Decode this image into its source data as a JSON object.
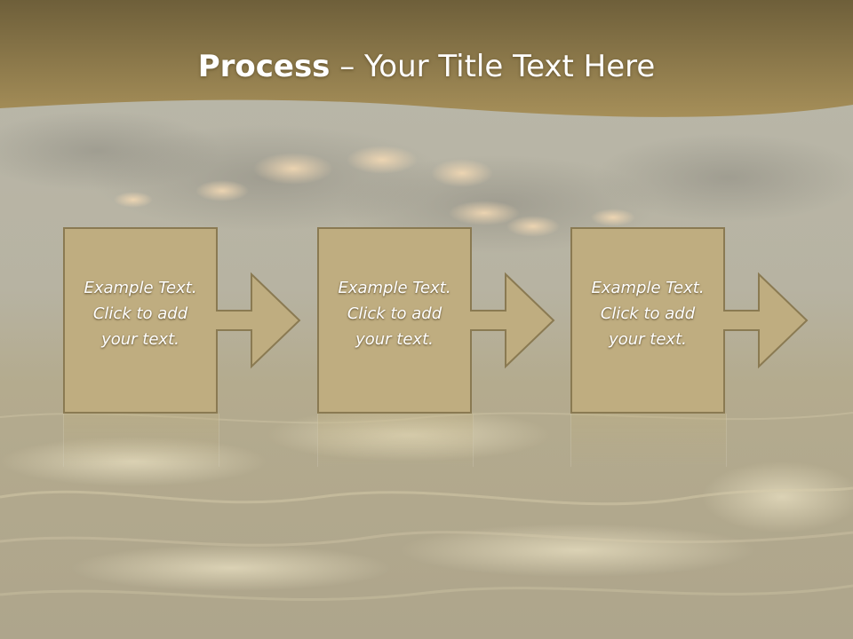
{
  "slide": {
    "title_bold": "Process",
    "title_rest": " – Your Title Text Here"
  },
  "steps": [
    {
      "line1": "Example Text.",
      "line2": "Click  to add",
      "line3": "your text."
    },
    {
      "line1": "Example Text.",
      "line2": "Click  to add",
      "line3": "your text."
    },
    {
      "line1": "Example Text.",
      "line2": "Click  to add",
      "line3": "your text."
    }
  ],
  "colors": {
    "header_dark": "#6e5f3a",
    "header_light": "#a68f59",
    "box_fill": "#bfad80",
    "box_border": "#8a7a52",
    "sky": "#b6b4a6",
    "sea": "#b2a88a"
  }
}
